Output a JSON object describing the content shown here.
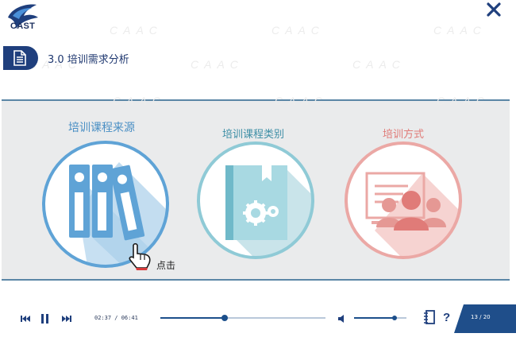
{
  "brand": {
    "logo_text": "CAST"
  },
  "watermark": {
    "text": "CAAC"
  },
  "lesson": {
    "title": "3.0 培训需求分析"
  },
  "categories": [
    {
      "label": "培训课程来源",
      "color": "#4a8fc4",
      "icon": "binders-icon",
      "selected": true
    },
    {
      "label": "培训课程类别",
      "color": "#3f8fa6",
      "icon": "book-gear-icon",
      "selected": false
    },
    {
      "label": "培训方式",
      "color": "#e07b78",
      "icon": "presentation-people-icon",
      "selected": false
    }
  ],
  "hint": {
    "text": "点击"
  },
  "player": {
    "time_display": "02:37 / 06:41",
    "progress_fraction": 0.39,
    "volume_fraction": 0.78,
    "page_display": "13 / 20"
  },
  "colors": {
    "brand_navy": "#1f3f7d",
    "accent_blue": "#1c4f8b"
  }
}
